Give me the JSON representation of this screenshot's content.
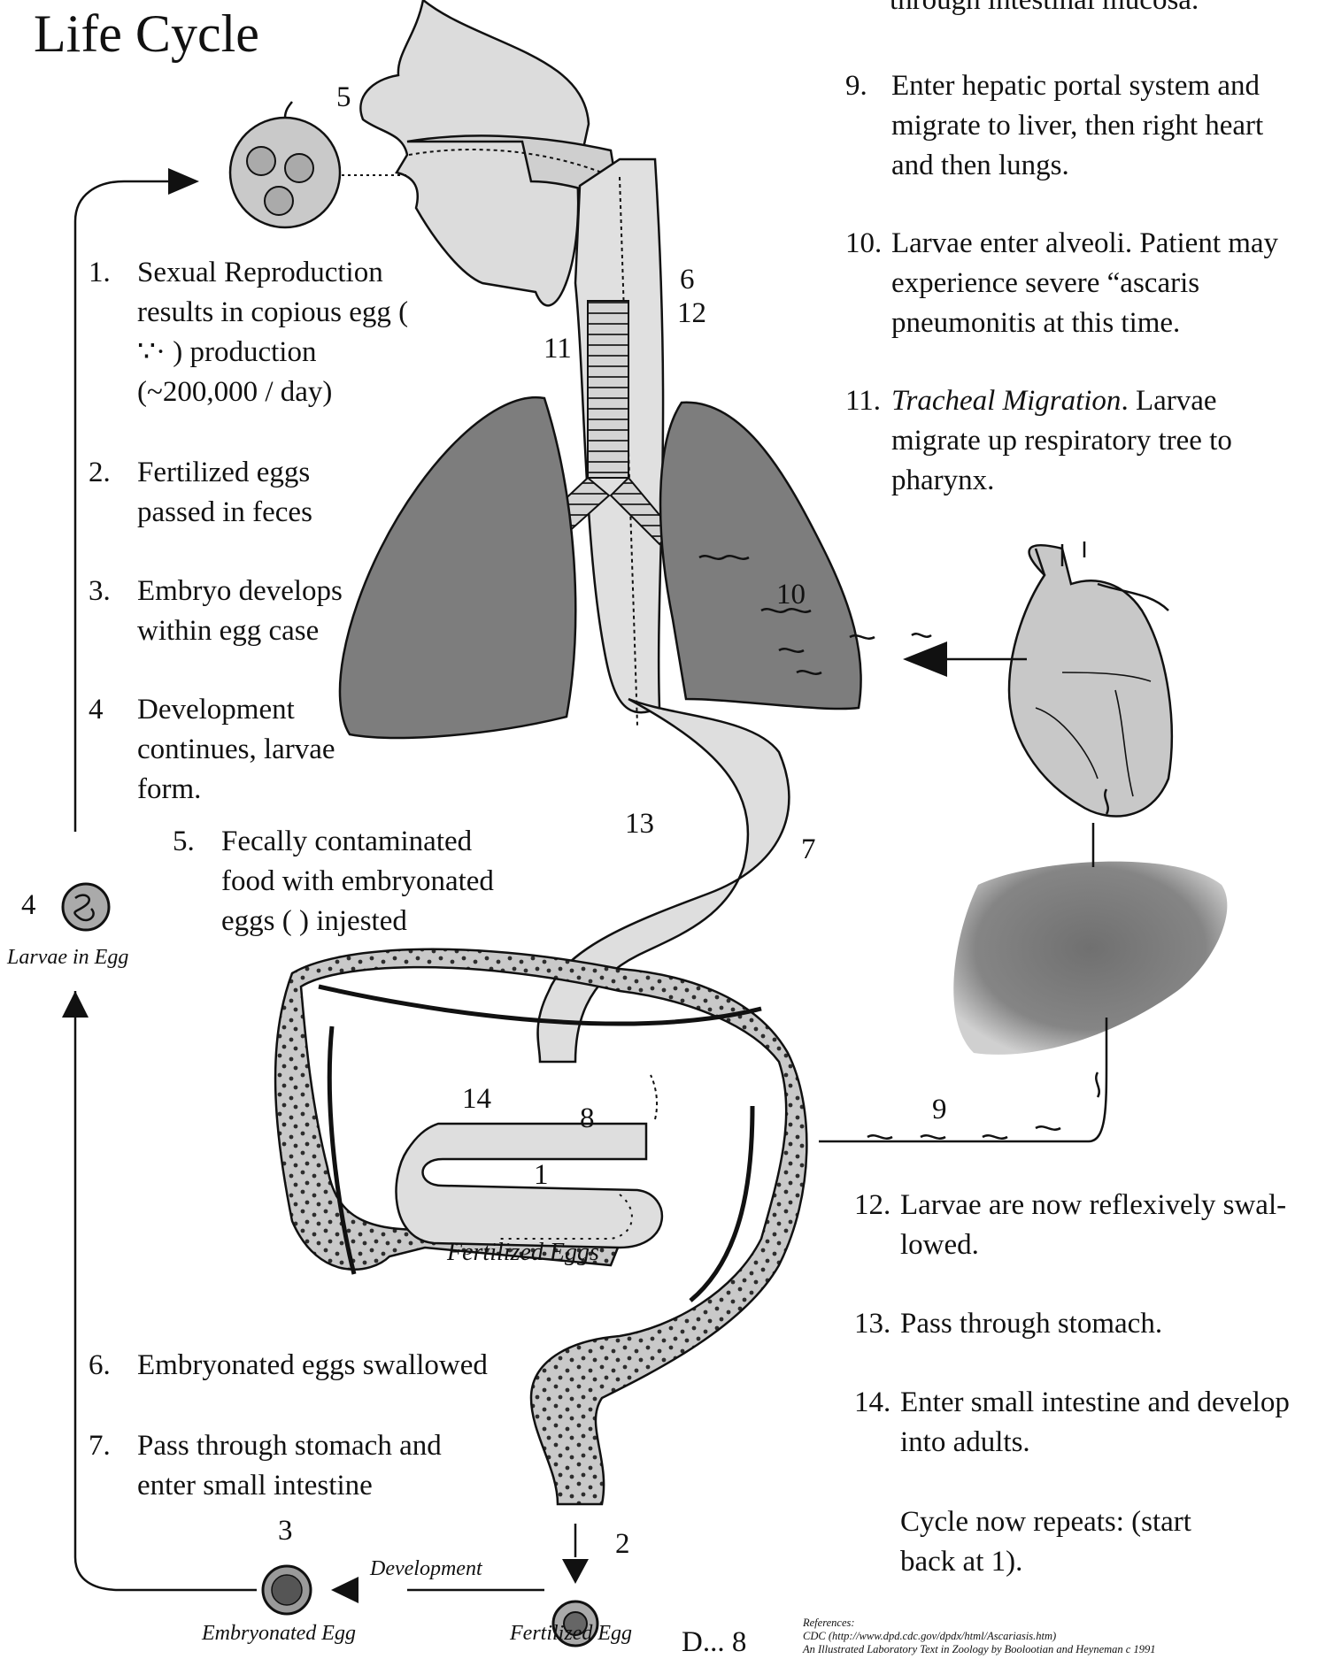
{
  "title": "Life Cycle",
  "steps_left": [
    {
      "num": "1.",
      "text": "Sexual Reproduction results in copious egg ( ∵· ) production (~200,000 / day)"
    },
    {
      "num": "2.",
      "text": "Fertilized eggs passed in feces"
    },
    {
      "num": "3.",
      "text": "Embryo develops within egg case"
    },
    {
      "num": "4",
      "text": "Development continues, larvae form."
    },
    {
      "num": "5.",
      "text": "Fecally contaminated food with embryonated eggs (  ) injested"
    }
  ],
  "steps_bottom_left": [
    {
      "num": "6.",
      "text": "Embryonated eggs swallowed"
    },
    {
      "num": "7.",
      "text": "Pass through stomach and enter small intestine"
    }
  ],
  "steps_top_right": {
    "fragment": "through intestinal mucosa.",
    "items": [
      {
        "num": "9.",
        "text": "Enter hepatic portal system and migrate to liver, then right heart and then lungs."
      },
      {
        "num": "10.",
        "text": "Larvae enter alveoli.  Patient may experience severe “ascaris pneumonitis at this time."
      },
      {
        "num": "11.",
        "italic": "Tracheal Migration",
        "text": ".  Larvae migrate up respiratory tree to pharynx."
      }
    ]
  },
  "steps_bottom_right": [
    {
      "num": "12.",
      "text": "Larvae are now reflexively swal-lowed."
    },
    {
      "num": "13.",
      "text": "Pass through stomach."
    },
    {
      "num": "14.",
      "text": "Enter small intestine and develop into adults."
    }
  ],
  "cycle_note": "Cycle now repeats: (start back at 1).",
  "diagram_labels": {
    "n5": "5",
    "n6": "6",
    "n12": "12",
    "n11": "11",
    "n10": "10",
    "n13": "13",
    "n7": "7",
    "n9": "9",
    "n14": "14",
    "n8": "8",
    "n1": "1",
    "n2": "2",
    "n3": "3",
    "n4": "4"
  },
  "captions": {
    "larvae_in_egg": "Larvae in Egg",
    "fertilized_eggs": "Fertilized Eggs",
    "development": "Development",
    "embryonated_egg": "Embryonated Egg",
    "fertilized_egg": "Fertilized Egg",
    "page_fragment": "D... 8"
  },
  "references": {
    "heading": "References:",
    "line1": "CDC (http://www.dpd.cdc.gov/dpdx/html/Ascariasis.htm)",
    "line2": "An Illustrated Laboratory Text in Zoology by Boolootian and Heyneman c 1991"
  },
  "colors": {
    "organ_fill": "#d8d8d8",
    "dark_organ": "#7a7a7a",
    "gut_fill": "#cfcfcf",
    "line": "#111111",
    "arrow_grey": "#8a8a8a"
  }
}
